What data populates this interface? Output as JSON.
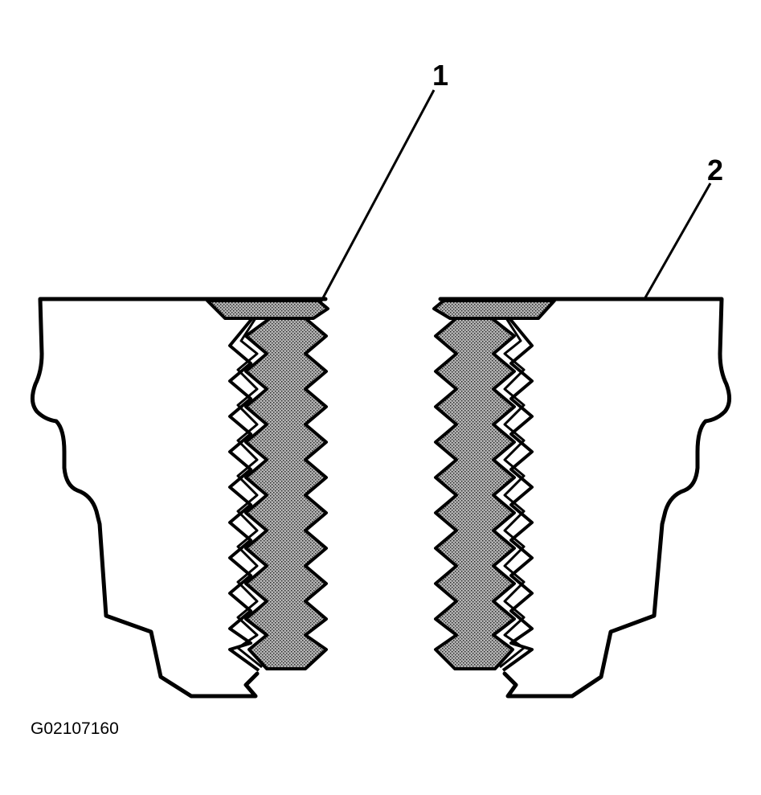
{
  "callouts": [
    {
      "label": "1",
      "target": "thread insert"
    },
    {
      "label": "2",
      "target": "housing"
    }
  ],
  "figure_id": "G02107160",
  "colors": {
    "line": "#000000",
    "insert_fill": "#9a9a9a",
    "background": "#ffffff"
  }
}
